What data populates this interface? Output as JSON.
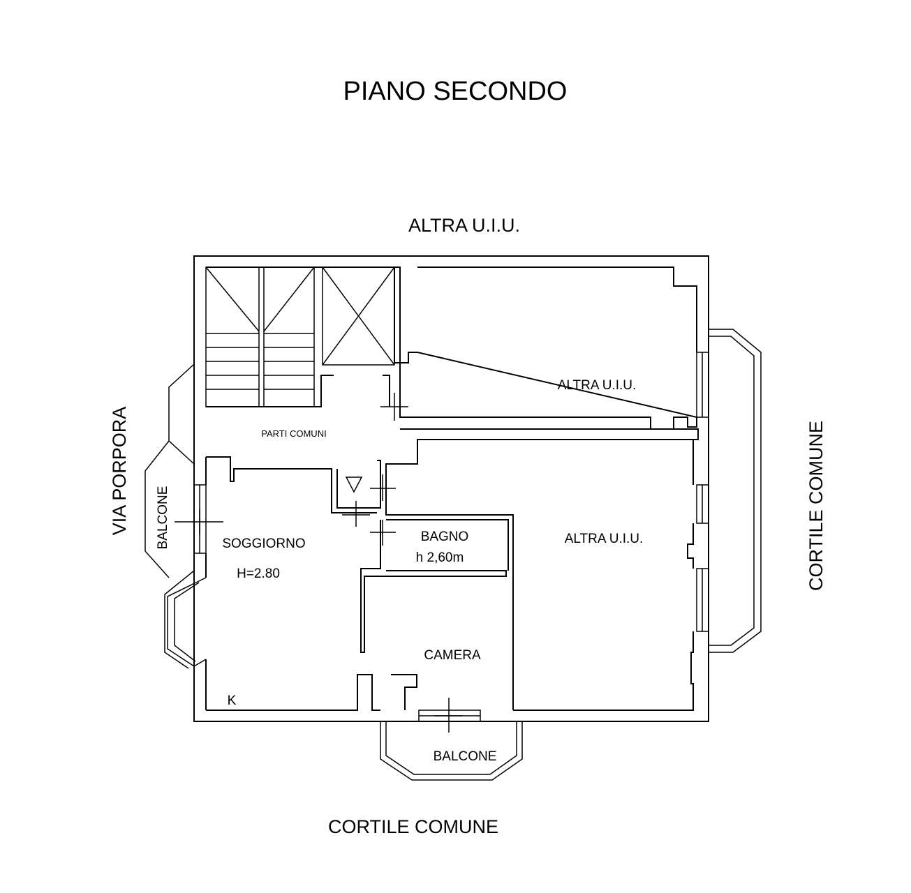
{
  "title": "PIANO SECONDO",
  "labels": {
    "north": "ALTRA U.I.U.",
    "south": "CORTILE COMUNE",
    "west": "VIA PORPORA",
    "east": "CORTILE COMUNE"
  },
  "rooms": {
    "parti_comuni": "PARTI COMUNI",
    "altra_uiu_top": "ALTRA U.I.U.",
    "altra_uiu_right": "ALTRA U.I.U.",
    "soggiorno": "SOGGIORNO",
    "soggiorno_height": "H=2.80",
    "bagno": "BAGNO",
    "bagno_height": "h 2,60m",
    "camera": "CAMERA",
    "balcone_west": "BALCONE",
    "balcone_south": "BALCONE",
    "kitchen_mark": "K"
  },
  "colors": {
    "line": "#000000",
    "background": "#ffffff"
  }
}
